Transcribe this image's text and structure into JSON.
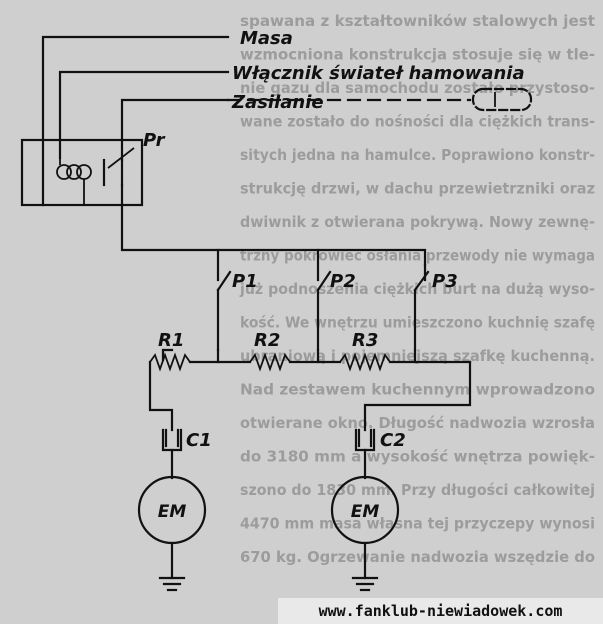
{
  "labels": {
    "masa": "Masa",
    "wlacznik": "Włącznik świateł hamowania",
    "zasilanie": "Zasilanie",
    "pr": "Pr",
    "p1": "P1",
    "p2": "P2",
    "p3": "P3",
    "r1": "R1",
    "r2": "R2",
    "r3": "R3",
    "c1": "C1",
    "c2": "C2",
    "em1": "EM",
    "em2": "EM"
  },
  "background_text": [
    "spawana z kształtowników stalowych jest",
    "wzmocniona konstrukcja stosuje się w tle-",
    "nie gazu dla samochodu zostało przystoso-",
    "wane zostało do nośności dla ciężkich trans-",
    "sitych jedna na hamulce. Poprawiono konstr-",
    "strukcję drzwi, w dachu przewietrzniki oraz",
    "dwiwnik z otwierana pokrywą. Nowy zewnę-",
    "trzny pokrowiec osłania przewody nie wymaga",
    "już podnoszenia ciężkich burt na dużą wyso-",
    "kość. We wnętrzu umieszczono kuchnię szafę",
    "ubraniową i pojemniejszą szafkę kuchenną.",
    "Nad zestawem kuchennym wprowadzono",
    "otwierane okno. Długość nadwozia wzrosła",
    "do 3180 mm a wysokość wnętrza powięk-",
    "szono do 1830 mm. Przy długości całkowitej",
    "4470 mm masa własna tej przyczepy wynosi",
    "670 kg. Ogrzewanie nadwozia wszędzie do"
  ],
  "footer": {
    "url": "www.fanklub-niewiadowek.com"
  },
  "colors": {
    "background": "#cfcfcf",
    "ink": "#111111",
    "ghost_text": "#9c9c9c",
    "footer_bg": "#e9e9e9"
  }
}
